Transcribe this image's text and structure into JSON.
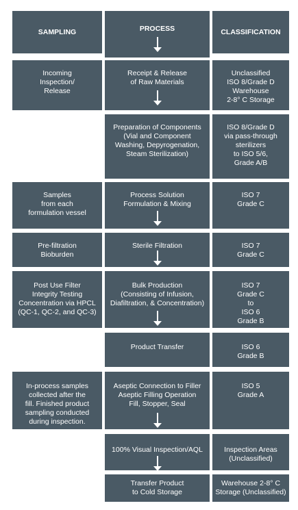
{
  "headers": {
    "sampling": "SAMPLING",
    "process": "PROCESS",
    "classification": "CLASSIFICATION"
  },
  "rows": [
    {
      "sampling": "Incoming\nInspection/\nRelease",
      "process": "Receipt & Release\nof Raw Materials",
      "classification": "Unclassified\nISO 8/Grade D\nWarehouse\n2-8° C Storage"
    },
    {
      "sampling": "",
      "process": "Preparation of Components\n(Vial and Component\nWashing, Depyrogenation,\nSteam Sterilization)",
      "classification": "ISO 8/Grade D\nvia pass-through\nsterilizers\nto ISO 5/6,\nGrade A/B"
    },
    {
      "sampling": "Samples\nfrom each\nformulation vessel",
      "process": "Process Solution\nFormulation & Mixing",
      "classification": "ISO 7\nGrade C"
    },
    {
      "sampling": "Pre-filtration\nBioburden",
      "process": "Sterile Filtration",
      "classification": "ISO 7\nGrade C"
    },
    {
      "sampling": "Post Use Filter\nIntegrity Testing\nConcentration via HPCL\n(QC-1, QC-2, and QC-3)",
      "process": "Bulk Production\n(Consisting of Infusion,\nDiafiltration, & Concentration)",
      "classification": "ISO 7\nGrade C\nto\nISO 6\nGrade B"
    },
    {
      "sampling": "",
      "process": "Product Transfer",
      "classification": "ISO 6\nGrade B"
    },
    {
      "sampling": "In-process samples\ncollected after the\nfill. Finished product\nsampling conducted\nduring inspection.",
      "process": "Aseptic Connection to Filler\nAseptic Filling Operation\nFill, Stopper, Seal",
      "classification": "ISO 5\nGrade A"
    },
    {
      "sampling": "",
      "process": "100% Visual Inspection/AQL",
      "classification": "Inspection Areas\n(Unclassified)"
    },
    {
      "sampling": "",
      "process": "Transfer Product\nto Cold Storage",
      "classification": "Warehouse 2-8° C\nStorage (Unclassified)"
    }
  ]
}
